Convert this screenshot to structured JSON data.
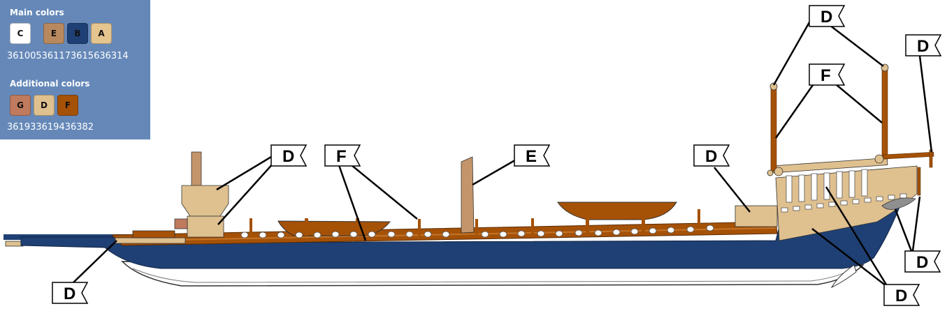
{
  "legend": {
    "main_title": "Main colors",
    "main_swatches": [
      {
        "letter": "C",
        "color": "#ffffff"
      },
      {
        "letter": "E",
        "color": "#b8895e"
      },
      {
        "letter": "B",
        "color": "#1f4074"
      },
      {
        "letter": "A",
        "color": "#e4c48f"
      }
    ],
    "main_codes": "36100536117361563631 4",
    "additional_title": "Additional colors",
    "additional_swatches": [
      {
        "letter": "G",
        "color": "#c07a5e"
      },
      {
        "letter": "D",
        "color": "#dfc08f"
      },
      {
        "letter": "F",
        "color": "#a55106"
      }
    ],
    "additional_codes": "361933619436382"
  },
  "callouts": [
    {
      "letter": "D"
    },
    {
      "letter": "F"
    },
    {
      "letter": "E"
    },
    {
      "letter": "D"
    },
    {
      "letter": "D"
    },
    {
      "letter": "F"
    },
    {
      "letter": "D"
    },
    {
      "letter": "D"
    },
    {
      "letter": "D"
    },
    {
      "letter": "D"
    }
  ],
  "colors": {
    "hull": "#1f4074",
    "wood": "#a55106",
    "tan": "#dfc08f",
    "mast": "#c4956a",
    "outline": "#000000"
  }
}
